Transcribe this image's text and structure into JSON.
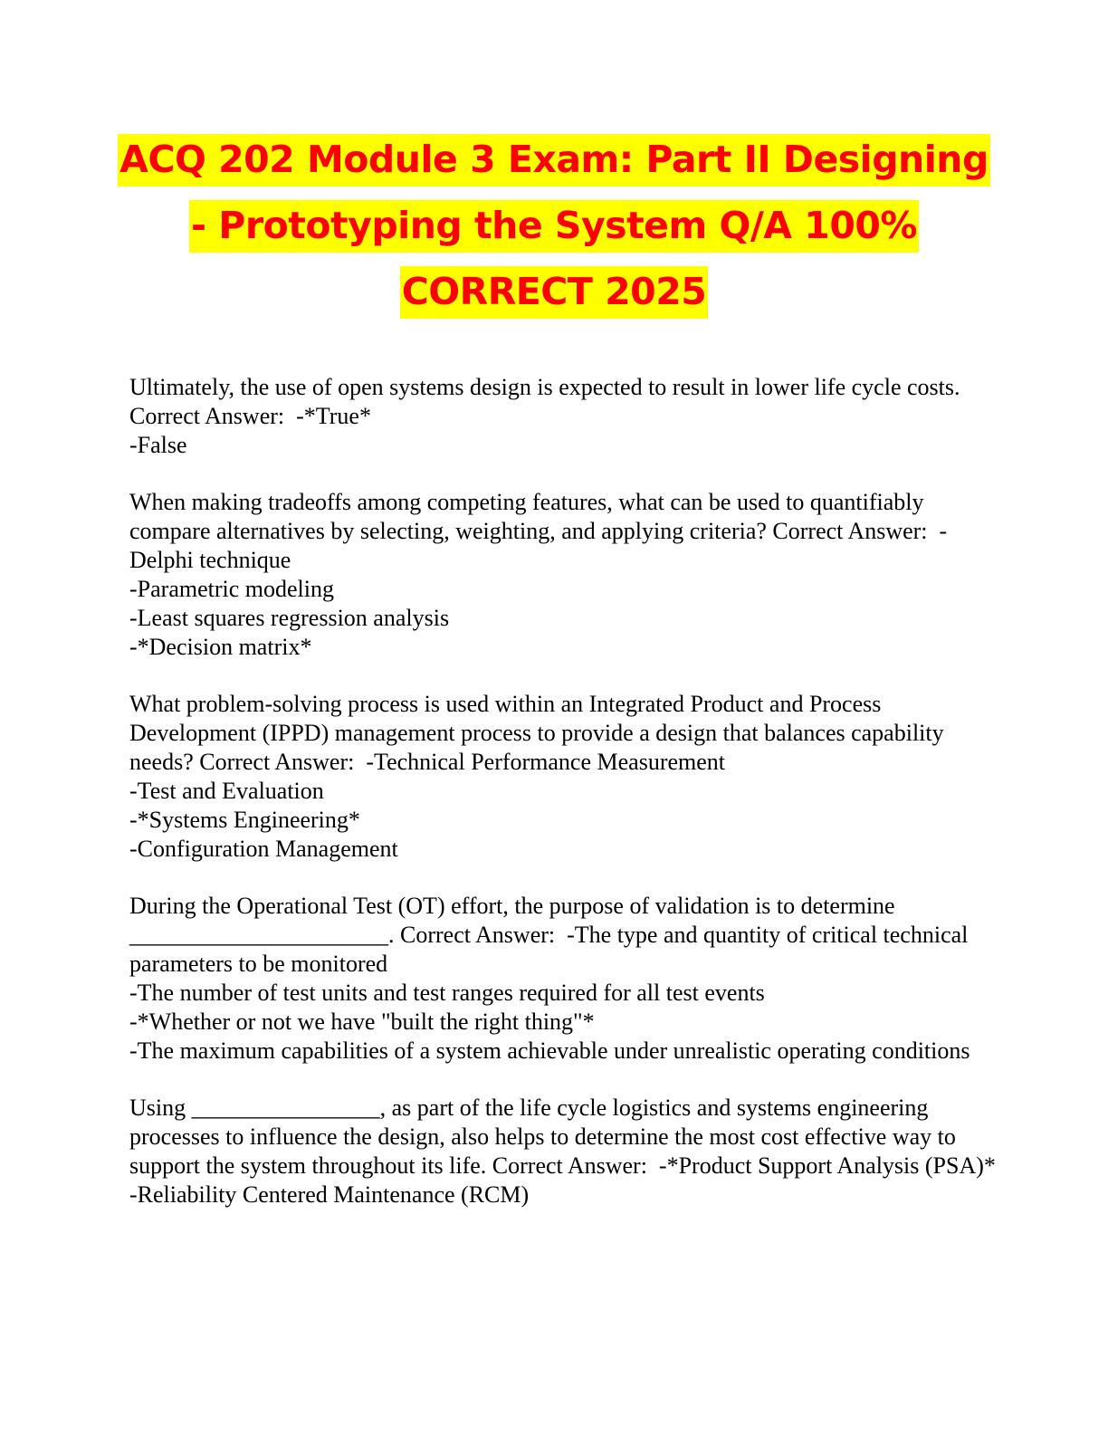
{
  "title": {
    "line1": "ACQ 202 Module 3 Exam: Part II Designing",
    "line2": "- Prototyping the System Q/A 100%",
    "line3": "CORRECT 2025"
  },
  "questions": [
    {
      "text": "Ultimately, the use of open systems design is expected to result in lower life cycle costs. Correct Answer:  -*True*",
      "options": [
        "-False"
      ]
    },
    {
      "text": "When making tradeoffs among competing features, what can be used to quantifiably compare alternatives by selecting, weighting, and applying criteria? Correct Answer:  -Delphi technique",
      "options": [
        "-Parametric modeling",
        "-Least squares regression analysis",
        "-*Decision matrix*"
      ]
    },
    {
      "text": "What problem-solving process is used within an Integrated Product and Process Development (IPPD) management process to provide a design that balances capability needs? Correct Answer:  -Technical Performance Measurement",
      "options": [
        "-Test and Evaluation",
        "-*Systems Engineering*",
        "-Configuration Management"
      ]
    },
    {
      "text": "During the Operational Test (OT) effort, the purpose of validation is to determine ______________________. Correct Answer:  -The type and quantity of critical technical parameters to be monitored",
      "options": [
        "-The number of test units and test ranges required for all test events",
        "-*Whether or not we have \"built the right thing\"*",
        "-The maximum capabilities of a system achievable under unrealistic operating conditions"
      ]
    },
    {
      "text": "Using ________________, as part of the life cycle logistics and systems engineering processes to influence the design, also helps to determine the most cost effective way to support the system throughout its life. Correct Answer:  -*Product Support Analysis (PSA)*",
      "options": [
        "-Reliability Centered Maintenance (RCM)"
      ]
    }
  ]
}
